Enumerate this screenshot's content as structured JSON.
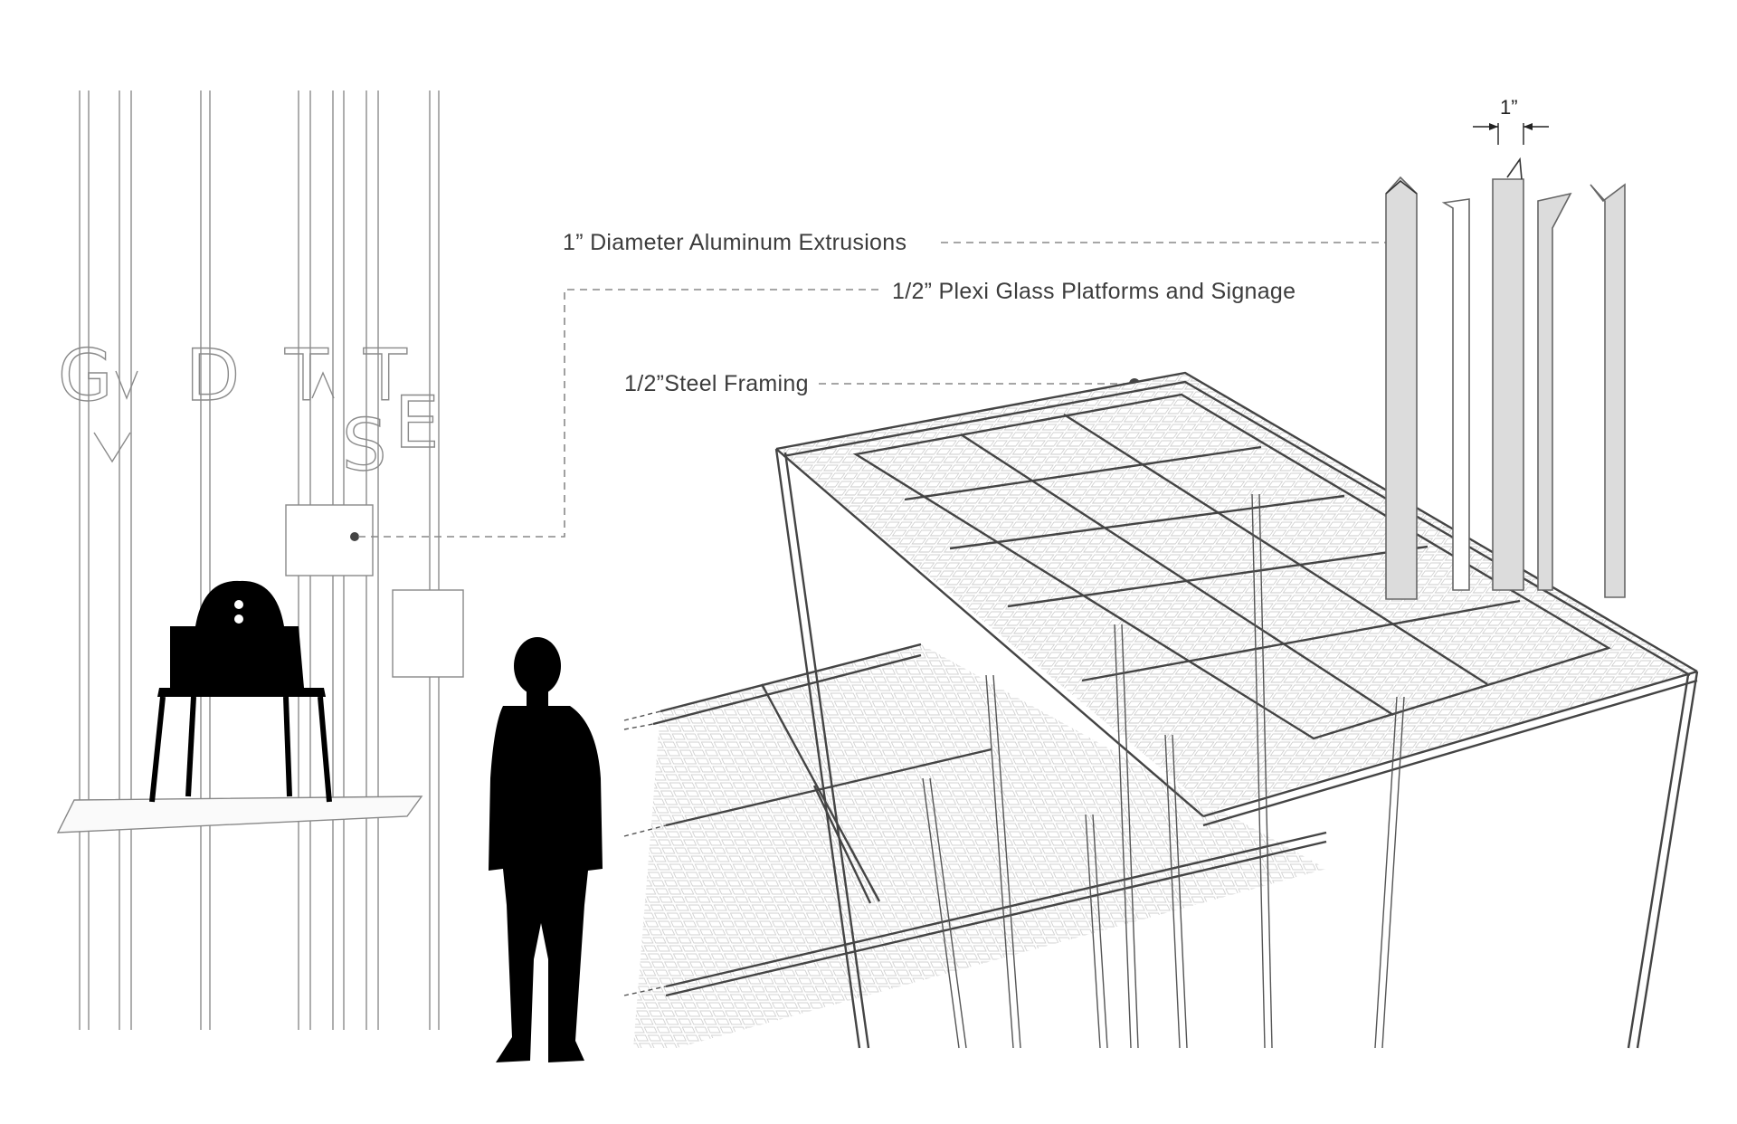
{
  "callouts": {
    "aluminum": "1” Diameter Aluminum Extrusions",
    "plexi": "1/2” Plexi Glass Platforms and Signage",
    "steel": "1/2”Steel Framing"
  },
  "dimension": {
    "label": "1”"
  },
  "signage": {
    "letters": [
      "G",
      "D",
      "T",
      "T",
      "S",
      "E"
    ]
  },
  "colors": {
    "silhouette": "#000000",
    "lines": "#9a9a9a",
    "grid": "#d4d4d4",
    "frame": "#444444",
    "extrusion_fill": "#dcdcdc"
  }
}
